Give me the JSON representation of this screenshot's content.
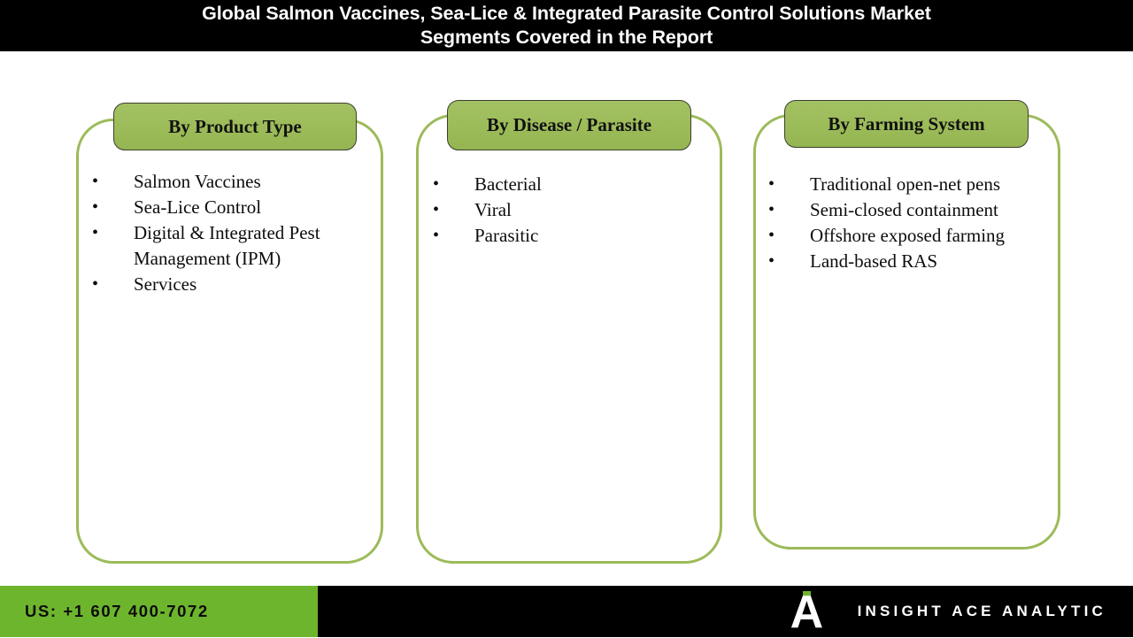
{
  "header": {
    "title_line1": "Global Salmon Vaccines, Sea-Lice & Integrated Parasite Control Solutions Market",
    "title_line2": "Segments Covered in the Report"
  },
  "colors": {
    "card_border": "#9cbb59",
    "pill_green": "#9cbb59",
    "footer_green": "#6eb52e",
    "bar_black": "#000000",
    "text_dark": "#0d0d0d"
  },
  "segments": [
    {
      "heading": "By Product Type",
      "items": [
        "Salmon Vaccines",
        "Sea-Lice Control",
        "Digital & Integrated Pest Management (IPM)",
        "Services"
      ]
    },
    {
      "heading": "By Disease / Parasite",
      "items": [
        "Bacterial",
        "Viral",
        "Parasitic"
      ]
    },
    {
      "heading": "By Farming System",
      "items": [
        "Traditional open-net pens",
        "Semi-closed containment",
        "Offshore exposed farming",
        "Land-based RAS"
      ]
    }
  ],
  "footer": {
    "phone": "US: +1 607 400-7072",
    "brand_name": "INSIGHT ACE ANALYTIC",
    "logo_letter": "A"
  },
  "bullet_glyph": "•"
}
